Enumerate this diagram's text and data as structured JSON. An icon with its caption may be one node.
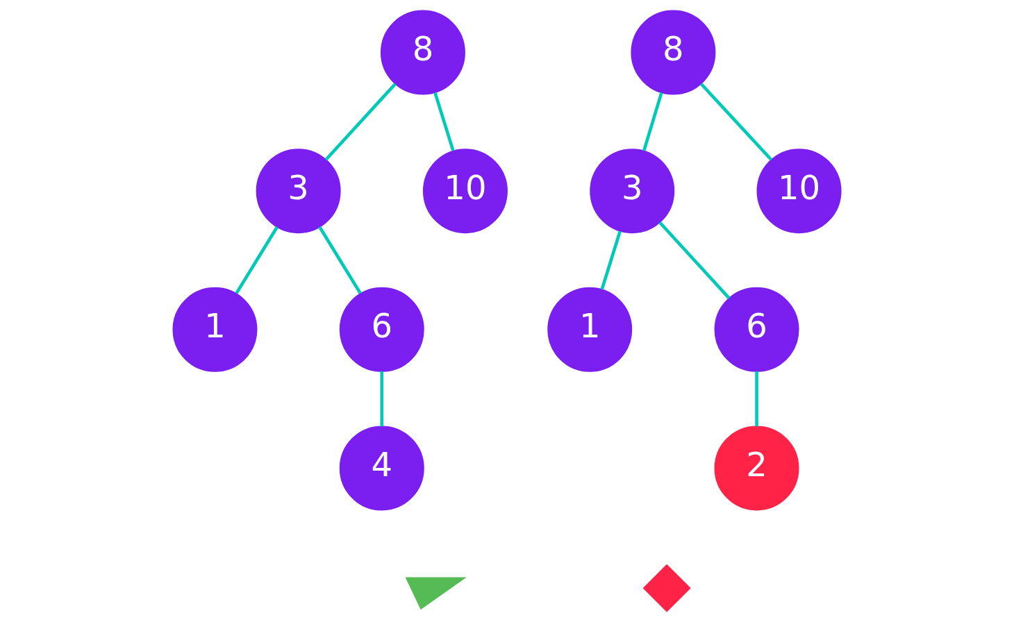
{
  "diagram": {
    "nodes": [
      {
        "text": [
          "8"
        ]
      },
      {
        "text": [
          "3"
        ]
      },
      {
        "text": [
          "10"
        ]
      },
      {
        "text": [
          "1"
        ]
      },
      {
        "text": [
          "6"
        ]
      },
      {
        "text": [
          "4"
        ]
      },
      {
        "text": [
          "8"
        ]
      },
      {
        "text": [
          "3"
        ]
      },
      {
        "text": [
          "10"
        ]
      },
      {
        "text": [
          "1"
        ]
      },
      {
        "text": [
          "6"
        ]
      },
      {
        "text": [
          "2"
        ]
      },
      {
        "text": [],
        "shape": "check"
      },
      {
        "text": [],
        "shape": "cross"
      }
    ],
    "edges": [
      {
        "from": 0,
        "to": 1,
        "arrow": "none"
      },
      {
        "from": 0,
        "to": 2,
        "arrow": "none"
      },
      {
        "from": 1,
        "to": 3,
        "arrow": "none"
      },
      {
        "from": 1,
        "to": 4,
        "arrow": "none"
      },
      {
        "from": 4,
        "to": 5,
        "arrow": "none"
      },
      {
        "from": 6,
        "to": 7,
        "arrow": "none"
      },
      {
        "from": 6,
        "to": 8,
        "arrow": "none"
      },
      {
        "from": 7,
        "to": 9,
        "arrow": "none"
      },
      {
        "from": 7,
        "to": 10,
        "arrow": "none"
      },
      {
        "from": 10,
        "to": 11,
        "arrow": "none"
      }
    ]
  }
}
